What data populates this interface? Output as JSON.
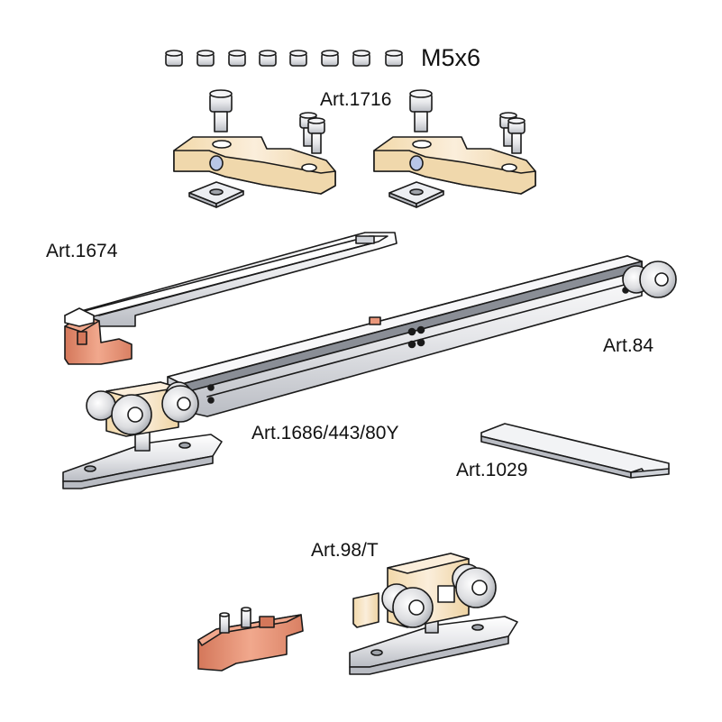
{
  "labels": {
    "screws": "M5x6",
    "bracket": "Art.1716",
    "soft_close": "Art.1674",
    "track": "Art.84",
    "trolley_set": "Art.1686/443/80Y",
    "plate": "Art.1029",
    "trolley_single": "Art.98/T"
  },
  "colors": {
    "outline": "#1a1a1a",
    "metal": "#e9eaec",
    "metal_shade": "#c9ccd2",
    "beige": "#f6e6c8",
    "beige_shade": "#e8cfa0",
    "copper": "#e9967a",
    "copper_shade": "#d4775a",
    "wheel": "#dcdde0",
    "blue_accent": "#b8c6e6"
  },
  "icons": [
    "set-screw",
    "bolt",
    "bracket",
    "washer-plate",
    "soft-close-mechanism",
    "rail-track",
    "trolley",
    "mounting-plate",
    "flat-plate",
    "stopper"
  ]
}
